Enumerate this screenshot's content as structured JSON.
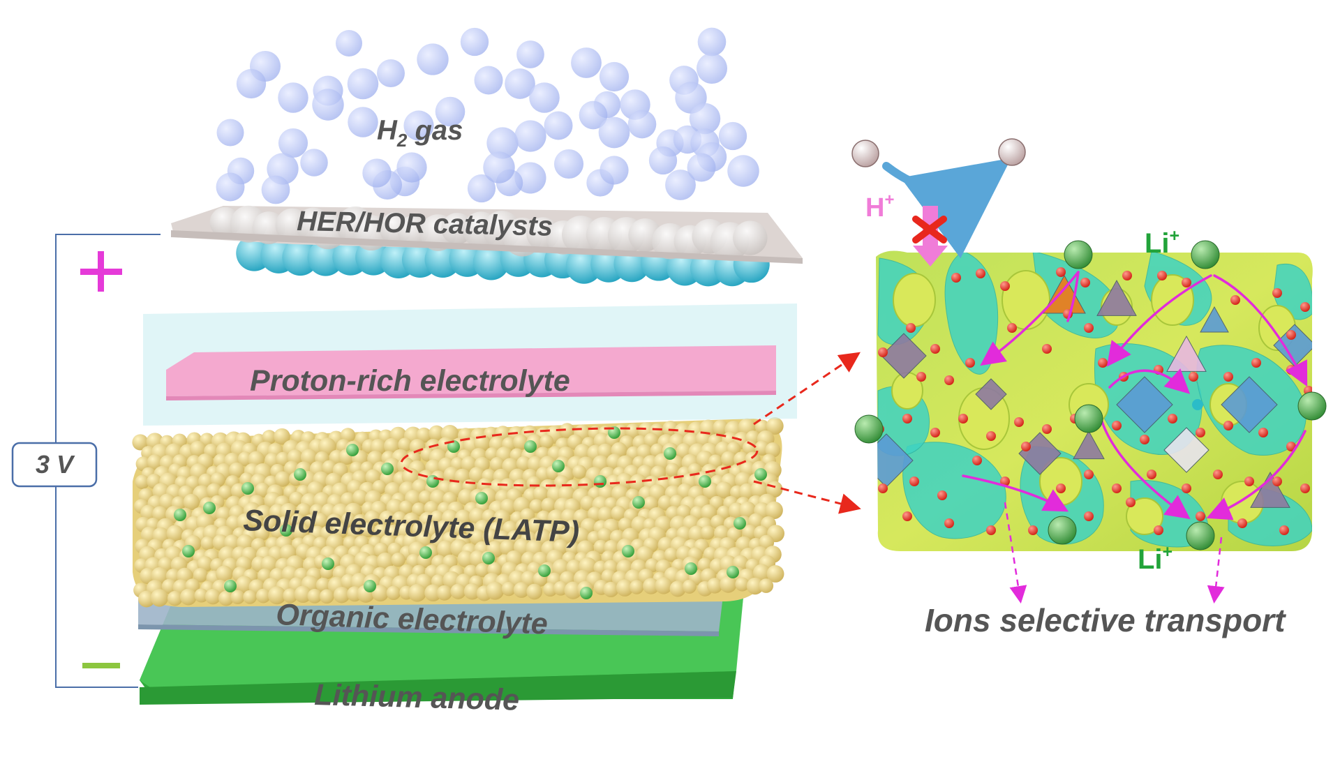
{
  "labels": {
    "h2_gas_main": "H",
    "h2_gas_sub": "2",
    "h2_gas_rest": " gas",
    "catalyst": "HER/HOR catalysts",
    "proton_electrolyte": "Proton-rich electrolyte",
    "solid_electrolyte": "Solid electrolyte (LATP)",
    "organic_electrolyte": "Organic electrolyte",
    "lithium_anode": "Lithium anode",
    "voltage": "3 V",
    "plus_sign": "+",
    "proton_ion_main": "H",
    "proton_ion_sup": "+",
    "li_ion_top_main": "Li",
    "li_ion_top_sup": "+",
    "li_ion_bottom_main": "Li",
    "li_ion_bottom_sup": "+",
    "transport": "Ions selective transport"
  },
  "colors": {
    "label_text": "#555555",
    "plus": "#e53ad8",
    "minus": "#8cc63f",
    "li_text": "#22a33a",
    "h_text": "#f07cd8",
    "blocked_x": "#e8271d",
    "bubble": "#b8c4f4",
    "catalyst_plate": "#ded6d3",
    "catalyst_sphere": "#4fc3d8",
    "proton_layer": "#f2a8cf",
    "proton_box": "#cdeef1",
    "latp": "#e8d27c",
    "li_dot": "#36c23a",
    "organic_layer": "#8fa9c0",
    "anode": "#3ec04a",
    "circuit": "#4a6ea8",
    "dashed_red": "#e8281c",
    "magenta_path": "#e22bdb",
    "crystal_cyan": "#3fd3c2",
    "crystal_yellow": "#c9e04a"
  }
}
